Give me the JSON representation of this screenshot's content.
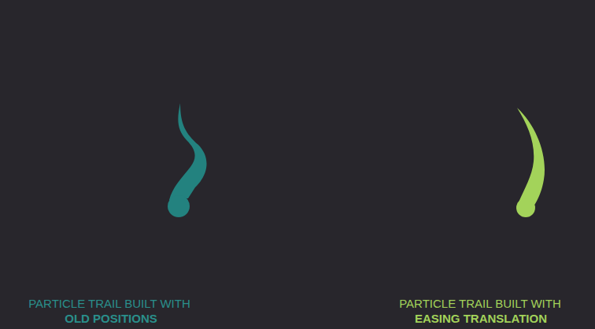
{
  "diagram": {
    "labels": [
      "PARTICLE TRAIL BUILT WITH",
      "OLD POSITIONS",
      "PARTICLE TRAIL BUILT WITH",
      "EASING TRANSLATION"
    ]
  }
}
